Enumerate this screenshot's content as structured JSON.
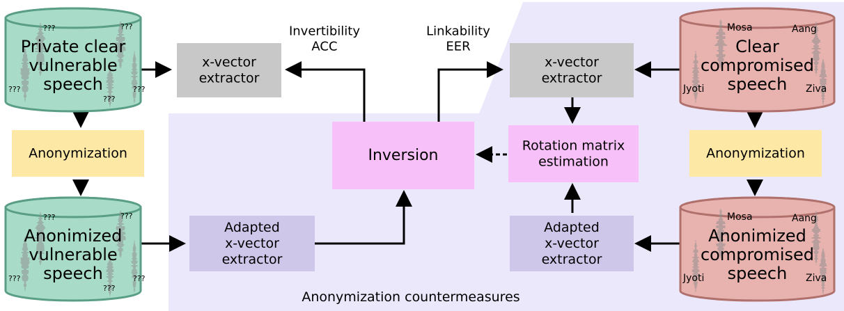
{
  "colors": {
    "countermeasure_region": "#ece8fb",
    "vulnerable_cylinder": "#a8dcc8",
    "vulnerable_cylinder_stroke": "#5a9e86",
    "compromised_cylinder": "#e8b2ae",
    "compromised_cylinder_stroke": "#b0706c",
    "extractor_box": "#c8c8c8",
    "anonymization_box": "#fde8a5",
    "adapted_box": "#cfc7ea",
    "inversion_box": "#f8c0f8",
    "waveform": "#8f8f8f",
    "arrow": "#000000"
  },
  "region_label": "Anonymization countermeasures",
  "cylinders": {
    "private_clear": {
      "lines": [
        "Private clear",
        "vulnerable",
        "speech"
      ],
      "speaker_tags": [
        "???",
        "???",
        "???",
        "???",
        "???"
      ]
    },
    "anon_vulnerable": {
      "lines": [
        "Anonimized",
        "vulnerable",
        "speech"
      ],
      "speaker_tags": [
        "???",
        "???",
        "???",
        "???",
        "???"
      ]
    },
    "clear_compromised": {
      "lines": [
        "Clear",
        "compromised",
        "speech"
      ],
      "speaker_tags": [
        "Mosa",
        "Aang",
        "Jyoti",
        "Ziva"
      ]
    },
    "anon_compromised": {
      "lines": [
        "Anonimized",
        "compromised",
        "speech"
      ],
      "speaker_tags": [
        "Mosa",
        "Aang",
        "Jyoti",
        "Ziva"
      ]
    }
  },
  "boxes": {
    "xvec_left": [
      "x-vector",
      "extractor"
    ],
    "xvec_right": [
      "x-vector",
      "extractor"
    ],
    "anon_left": [
      "Anonymization"
    ],
    "anon_right": [
      "Anonymization"
    ],
    "inversion": [
      "Inversion"
    ],
    "rotation": [
      "Rotation matrix",
      "estimation"
    ],
    "adapted_left": [
      "Adapted",
      "x-vector",
      "extractor"
    ],
    "adapted_right": [
      "Adapted",
      "x-vector",
      "extractor"
    ]
  },
  "metrics": {
    "invertibility": [
      "Invertibility",
      "ACC"
    ],
    "linkability": [
      "Linkability",
      "EER"
    ]
  }
}
